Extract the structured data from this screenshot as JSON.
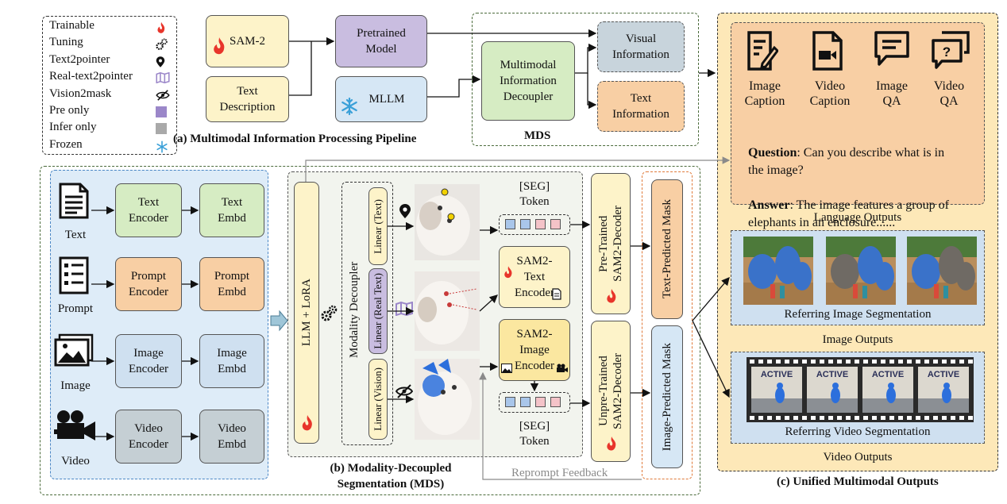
{
  "legend": {
    "items": [
      {
        "label": "Trainable",
        "icon": "flame-icon"
      },
      {
        "label": "Tuning",
        "icon": "gears-icon"
      },
      {
        "label": "Text2pointer",
        "icon": "map-pin-icon"
      },
      {
        "label": "Real-text2pointer",
        "icon": "map-icon"
      },
      {
        "label": "Vision2mask",
        "icon": "eye-slash-icon"
      },
      {
        "label": "Pre only",
        "icon": "purple-square"
      },
      {
        "label": "Infer only",
        "icon": "gray-square"
      },
      {
        "label": "Frozen",
        "icon": "snowflake-icon"
      }
    ],
    "colors": {
      "flame": "#e8352b",
      "pre_only": "#9b87c9",
      "infer_only": "#a9a9a9",
      "frozen": "#3aa0d8"
    }
  },
  "pipeline": {
    "sam2": "SAM-2",
    "text_description": "Text\nDescription",
    "pretrained_model": "Pretrained\nModel",
    "mllm": "MLLM",
    "mdi_decoupler": "Multimodal\nInformation\nDecoupler",
    "visual_information": "Visual\nInformation",
    "text_information": "Text\nInformation",
    "mds_label": "MDS",
    "caption": "(a) Multimodal Information Processing Pipeline"
  },
  "encoders": {
    "rows": [
      {
        "input": "Text",
        "encoder": "Text\nEncoder",
        "embd": "Text\nEmbd",
        "icon": "document-icon"
      },
      {
        "input": "Prompt",
        "encoder": "Prompt\nEncoder",
        "embd": "Prompt\nEmbd",
        "icon": "checklist-icon"
      },
      {
        "input": "Image",
        "encoder": "Image\nEncoder",
        "embd": "Image\nEmbd",
        "icon": "picture-icon"
      },
      {
        "input": "Video",
        "encoder": "Video\nEncoder",
        "embd": "Video\nEmbd",
        "icon": "video-camera-icon"
      }
    ]
  },
  "mds": {
    "llm_lora": "LLM  +  LoRA",
    "modality_decoupler": "Modality Decoupler",
    "linear_text": "Linear (Text)",
    "linear_real_text": "Linear (Real Text)",
    "linear_vision": "Linear (Vision)",
    "seg_token_top": "[SEG]\nToken",
    "seg_token_bottom": "[SEG]\nToken",
    "sam2_text_encoder": "SAM2-\nText\nEncoder",
    "sam2_image_encoder": "SAM2-\nImage\nEncoder",
    "pretrained_decoder": "Pre-Trained\nSAM2-Decoder",
    "unpretrained_decoder": "Unpre-Trained\nSAM2-Decoder",
    "text_predicted_mask": "Text-Predicted Mask",
    "image_predicted_mask": "Image-Predicted Mask",
    "reprompt_feedback": "Reprompt Feedback",
    "caption": "(b) Modality-Decoupled\nSegmentation (MDS)"
  },
  "outputs": {
    "tasks": [
      {
        "label": "Image\nCaption",
        "icon": "edit-document-icon"
      },
      {
        "label": "Video\nCaption",
        "icon": "video-file-icon"
      },
      {
        "label": "Image\nQA",
        "icon": "chat-bubble-icon"
      },
      {
        "label": "Video\nQA",
        "icon": "question-chat-icon"
      }
    ],
    "question_label": "Question",
    "question_text": ": Can you describe what is in\nthe image?",
    "answer_label": "Answer",
    "answer_text": ": The image features a group of\nelephants in an enclosure......",
    "language_outputs": "Language Outputs",
    "ris": "Referring Image Segmentation",
    "image_outputs": "Image Outputs",
    "active_text": "ACTIVE",
    "rvs": "Referring Video Segmentation",
    "video_outputs": "Video Outputs",
    "caption": "(c) Unified Multimodal Outputs"
  }
}
